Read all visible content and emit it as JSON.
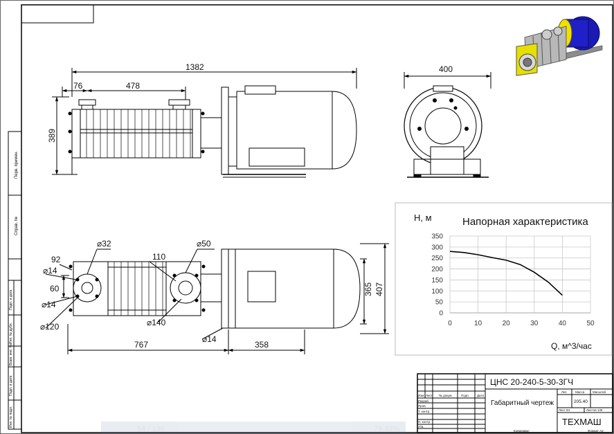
{
  "top_view": {
    "overall": "1382",
    "flange_off": "76",
    "flange_span": "478",
    "height": "389"
  },
  "end_view": {
    "width": "400"
  },
  "plan_view": {
    "d32": "⌀32",
    "d50": "⌀50",
    "c92": "92",
    "d14a": "⌀14",
    "c60": "60",
    "d14b": "⌀14",
    "c110": "110",
    "d140": "⌀140",
    "d120": "⌀120",
    "c767": "767",
    "d14c": "⌀14",
    "c358": "358",
    "c365": "365",
    "c407": "407"
  },
  "side_labels": [
    "Перв. примен.",
    "Справ. №",
    "Подп. и дата",
    "Инв. № дубл.",
    "Взам. инв. №",
    "Подп. и дата",
    "Инв. № подл."
  ],
  "chart_data": {
    "type": "line",
    "title": "Напорная характеристика",
    "ylabel": "H, м",
    "xlabel": "Q,  м^3/час",
    "x_ticks": [
      0,
      10,
      20,
      30,
      40,
      50
    ],
    "y_ticks": [
      0,
      50,
      100,
      150,
      200,
      250,
      300,
      350
    ],
    "xlim": [
      0,
      50
    ],
    "ylim": [
      0,
      350
    ],
    "grid": true,
    "series": [
      {
        "x": [
          0,
          5,
          10,
          15,
          20,
          25,
          30,
          35,
          40
        ],
        "y": [
          280,
          275,
          265,
          252,
          240,
          220,
          185,
          140,
          80
        ]
      }
    ],
    "line_color": "#000000"
  },
  "title_block": {
    "designation": "ЦНС 20-240-5-30-3ГЧ",
    "name": "Габаритный чертеж",
    "company": "ТЕХМАШ",
    "col_izm": "Изм.",
    "col_list": "Лист",
    "col_doc": "№ докум.",
    "col_sign": "Подп.",
    "col_date": "Дата",
    "row_razrab": "Разраб.",
    "row_prov": "Пров.",
    "row_tkontr": "Т. контр.",
    "row_nkontr": "Н. контр.",
    "row_utv": "Утв.",
    "lit": "Лит.",
    "massa": "Масса",
    "masshtab": "Масштаб",
    "mass_value": "205.40",
    "sheet": "Лист 84",
    "sheets": "Листов 136",
    "copied": "Копировал",
    "format": "Формат A2"
  },
  "overlay": {
    "page": "84 / 136",
    "zoom": "78.33%"
  }
}
